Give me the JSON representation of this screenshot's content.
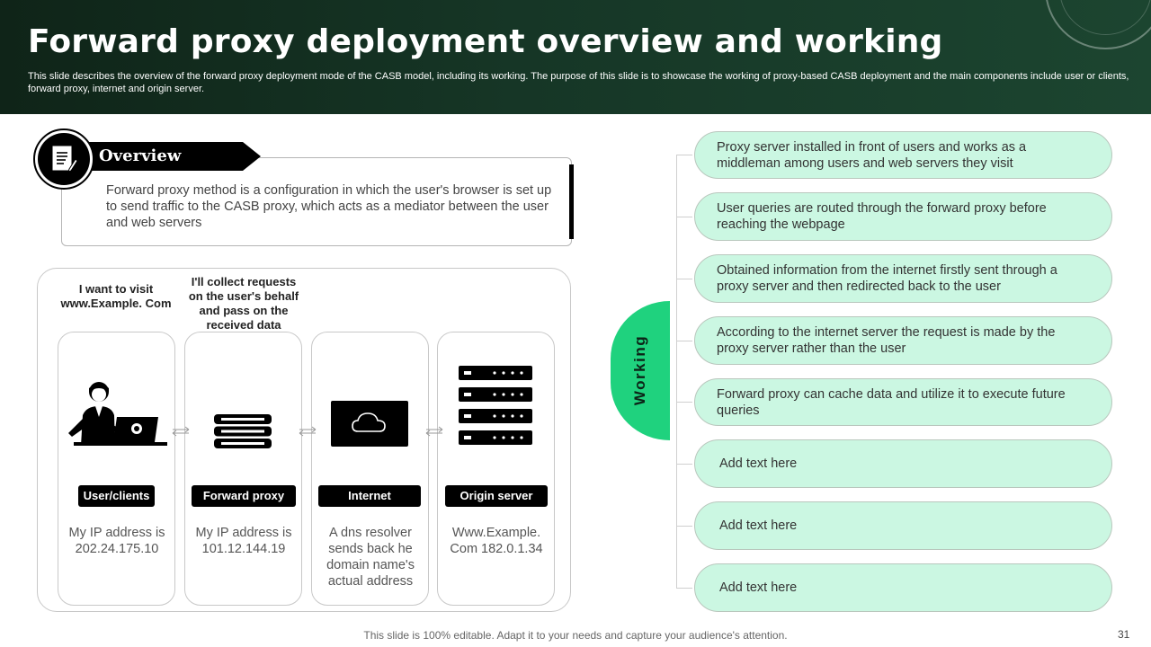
{
  "header": {
    "title": "Forward proxy deployment overview and working",
    "subtitle": "This slide describes the overview of the forward proxy  deployment mode of the CASB model, including its working. The purpose of this slide is to showcase the working of proxy-based CASB deployment and the main components include user or clients, forward proxy,  internet and origin server."
  },
  "overview": {
    "label": "Overview",
    "icon": "notepad-icon",
    "text": "Forward proxy method is a configuration in which the user's browser is set up to send traffic to the CASB proxy, which acts as a mediator between the user and web servers"
  },
  "diagram": {
    "captions": {
      "user": "I want to visit www.Example. Com",
      "proxy": "I'll collect requests on the user's behalf and pass on the received data"
    },
    "nodes": [
      {
        "label": "User/clients",
        "icon": "person-at-computer-icon",
        "desc": "My IP address is 202.24.175.10"
      },
      {
        "label": "Forward proxy",
        "icon": "proxy-server-icon",
        "desc": "My IP address is 101.12.144.19"
      },
      {
        "label": "Internet",
        "icon": "cloud-icon",
        "desc": "A dns resolver sends back he domain name's actual address"
      },
      {
        "label": "Origin server",
        "icon": "server-rack-icon",
        "desc": "Www.Example. Com 182.0.1.34"
      }
    ]
  },
  "working": {
    "label": "Working",
    "accent": "#1fd27e",
    "pill_color": "#cbf7e2",
    "items": [
      "Proxy server installed in front of users and works as a middleman among users and web servers they visit",
      "User queries are routed through the forward proxy before reaching the webpage",
      "Obtained information from the internet firstly sent through a proxy server and then redirected back to the user",
      "According to the internet server the request is made by the proxy server rather than the user",
      "Forward proxy can cache data and utilize it to execute future queries",
      "Add text here",
      "Add text here",
      "Add text here"
    ]
  },
  "footer": {
    "note": "This slide is 100% editable. Adapt it to your needs and capture your audience's attention.",
    "page": "31"
  },
  "colors": {
    "header_bg": "#163626",
    "accent_green": "#1fd27e",
    "pill_bg": "#cbf7e2"
  }
}
